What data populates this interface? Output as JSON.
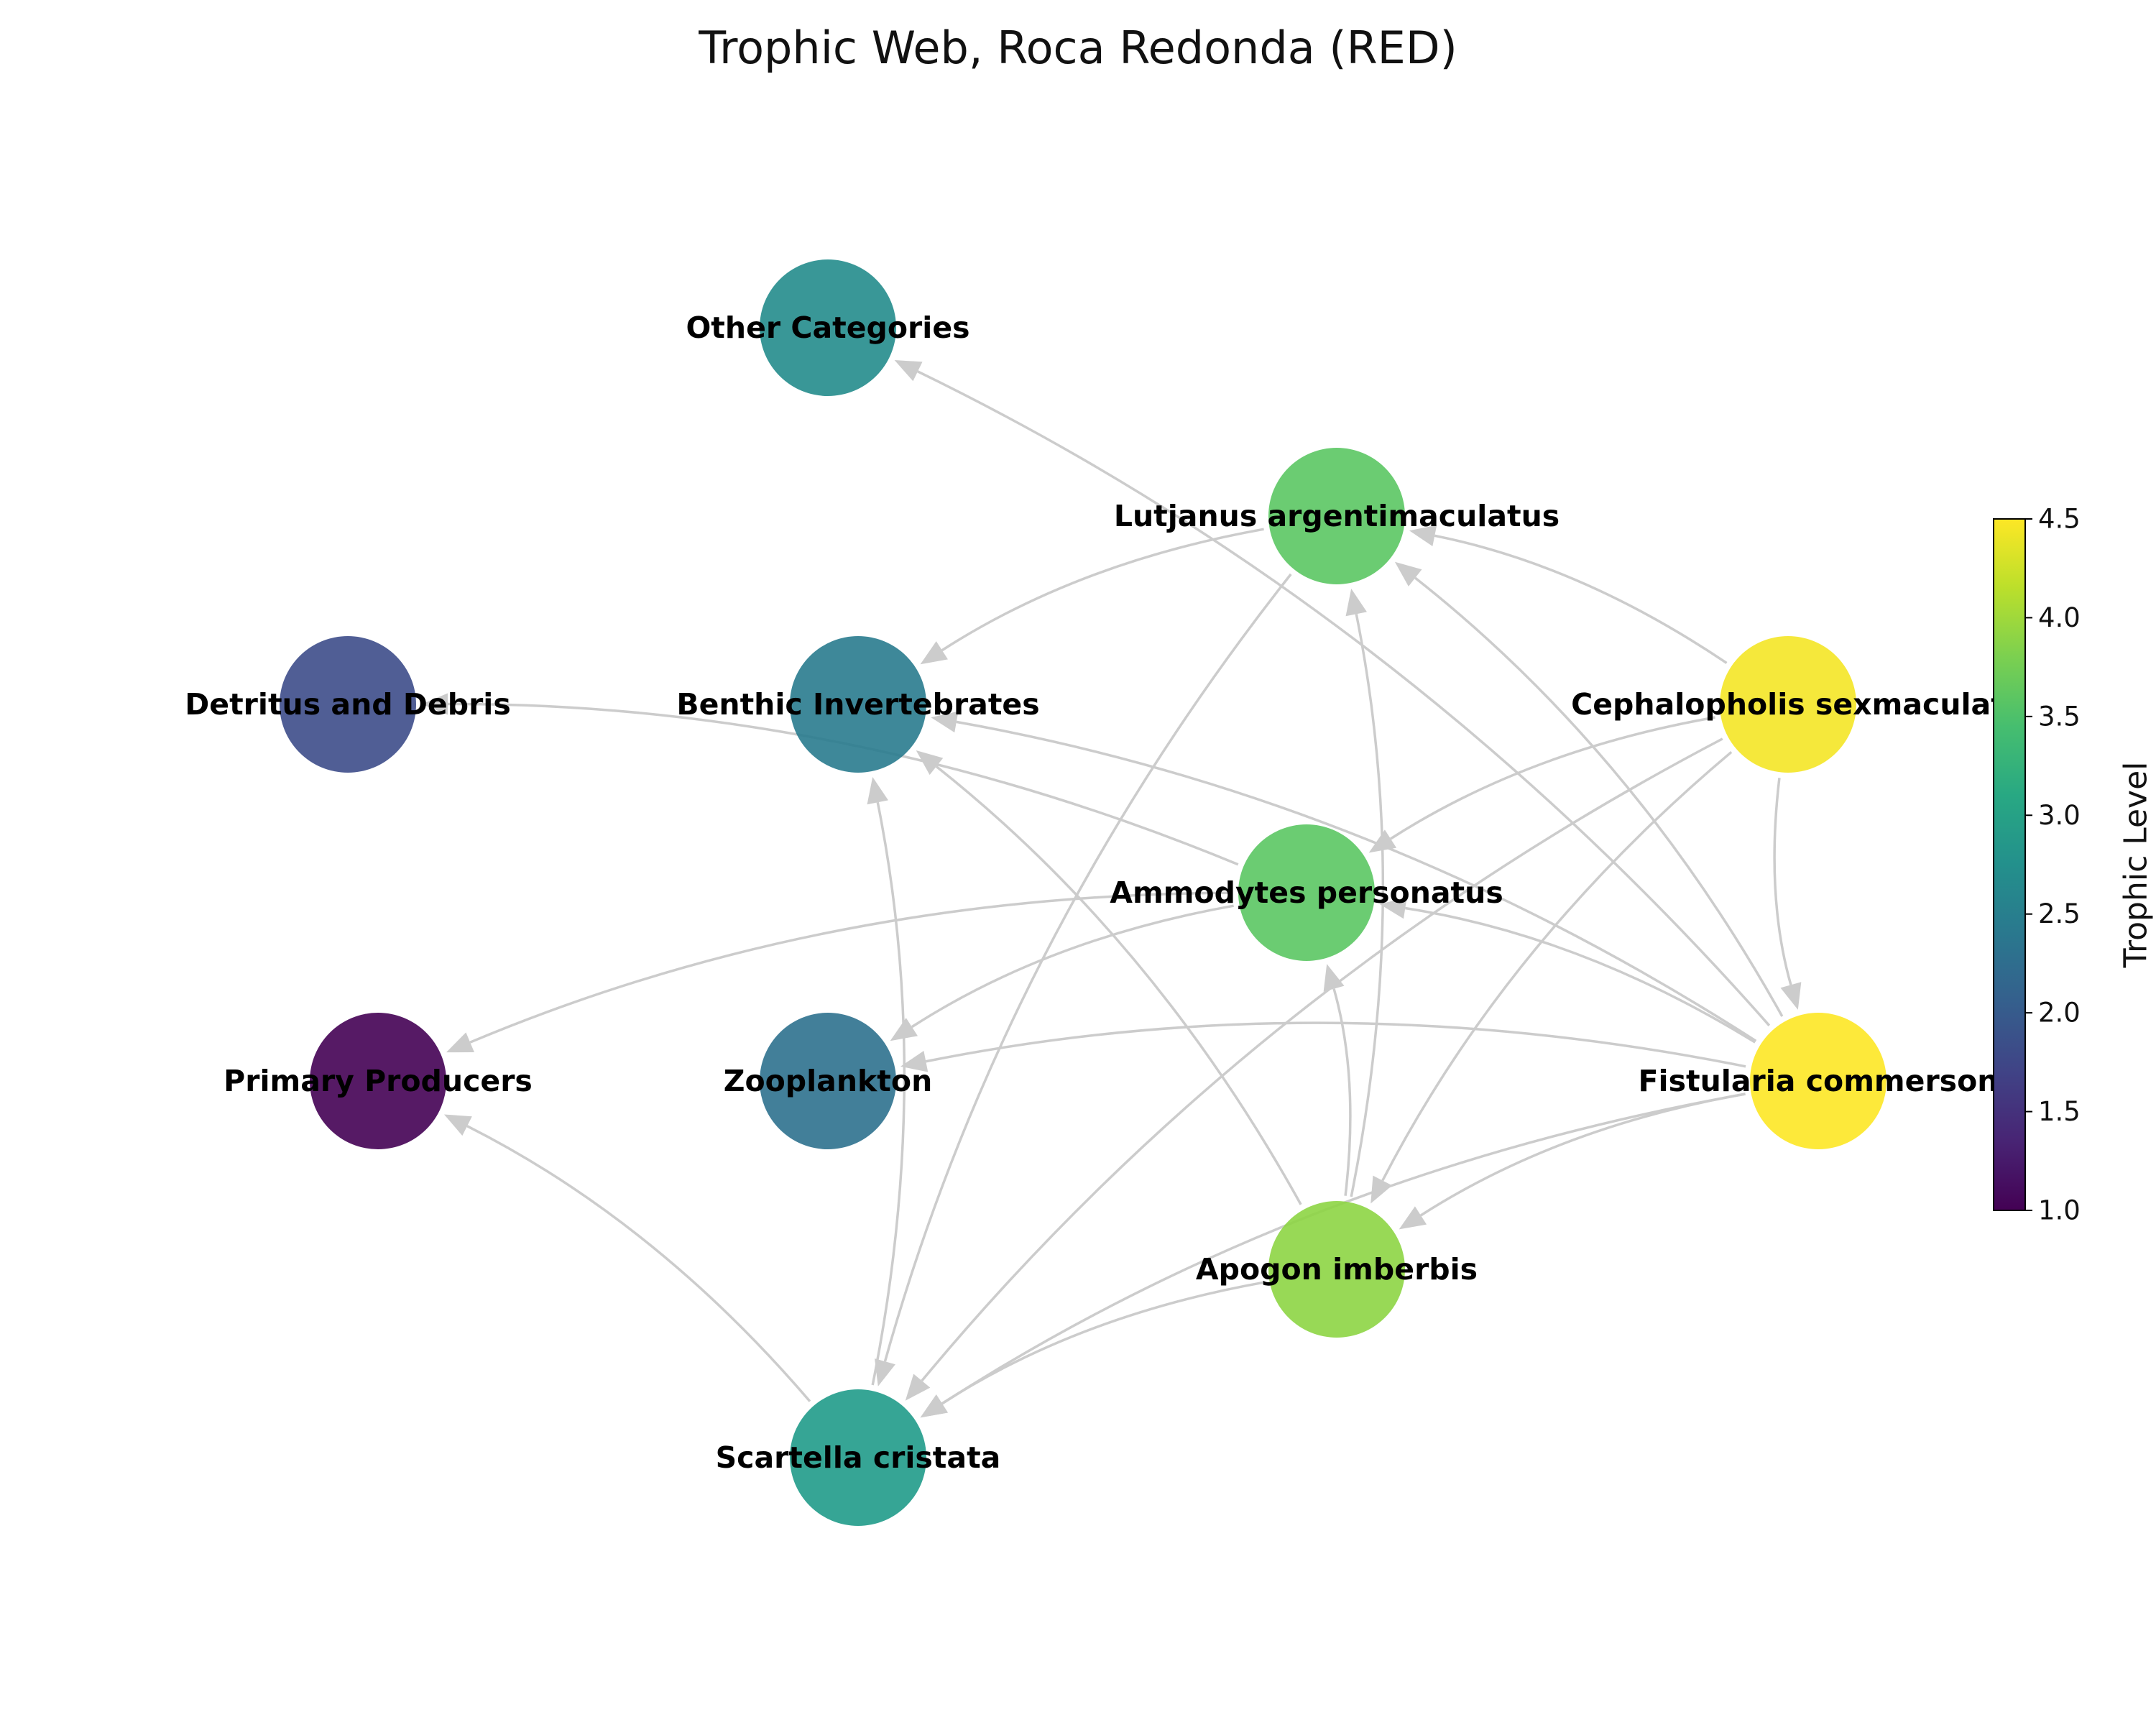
{
  "title": "Trophic Web, Roca Redonda (RED)",
  "nodes": [
    {
      "id": "other",
      "label": "Other Categories",
      "trophic_level": 2.7
    },
    {
      "id": "lutjanus",
      "label": "Lutjanus argentimaculatus",
      "trophic_level": 3.6
    },
    {
      "id": "detritus",
      "label": "Detritus and Debris",
      "trophic_level": 1.8
    },
    {
      "id": "benthic",
      "label": "Benthic Invertebrates",
      "trophic_level": 2.45
    },
    {
      "id": "cephalopholis",
      "label": "Cephalopholis sexmaculat",
      "trophic_level": 4.45
    },
    {
      "id": "ammodytes",
      "label": "Ammodytes personatus",
      "trophic_level": 3.6
    },
    {
      "id": "primary",
      "label": "Primary Producers",
      "trophic_level": 1.0
    },
    {
      "id": "zooplankton",
      "label": "Zooplankton",
      "trophic_level": 2.3
    },
    {
      "id": "fistularia",
      "label": "Fistularia commerson",
      "trophic_level": 4.5
    },
    {
      "id": "apogon",
      "label": "Apogon imberbis",
      "trophic_level": 3.9
    },
    {
      "id": "scartella",
      "label": "Scartella cristata",
      "trophic_level": 2.9
    }
  ],
  "edges": [
    {
      "from": "lutjanus",
      "to": "benthic"
    },
    {
      "from": "lutjanus",
      "to": "scartella"
    },
    {
      "from": "cephalopholis",
      "to": "lutjanus"
    },
    {
      "from": "cephalopholis",
      "to": "ammodytes"
    },
    {
      "from": "cephalopholis",
      "to": "scartella"
    },
    {
      "from": "cephalopholis",
      "to": "apogon"
    },
    {
      "from": "cephalopholis",
      "to": "fistularia"
    },
    {
      "from": "fistularia",
      "to": "other"
    },
    {
      "from": "fistularia",
      "to": "lutjanus"
    },
    {
      "from": "fistularia",
      "to": "benthic"
    },
    {
      "from": "fistularia",
      "to": "ammodytes"
    },
    {
      "from": "fistularia",
      "to": "zooplankton"
    },
    {
      "from": "fistularia",
      "to": "apogon"
    },
    {
      "from": "fistularia",
      "to": "scartella"
    },
    {
      "from": "ammodytes",
      "to": "detritus"
    },
    {
      "from": "ammodytes",
      "to": "primary"
    },
    {
      "from": "ammodytes",
      "to": "zooplankton"
    },
    {
      "from": "apogon",
      "to": "lutjanus"
    },
    {
      "from": "apogon",
      "to": "ammodytes"
    },
    {
      "from": "apogon",
      "to": "benthic"
    },
    {
      "from": "apogon",
      "to": "scartella"
    },
    {
      "from": "scartella",
      "to": "benthic"
    },
    {
      "from": "scartella",
      "to": "primary"
    }
  ],
  "colorbar": {
    "label": "Trophic Level",
    "min": 1.0,
    "max": 4.5,
    "colormap": "viridis",
    "ticks": [
      "1.0",
      "1.5",
      "2.0",
      "2.5",
      "3.0",
      "3.5",
      "4.0",
      "4.5"
    ]
  },
  "colors": {
    "edge": "#cccccc",
    "background": "#ffffff"
  }
}
